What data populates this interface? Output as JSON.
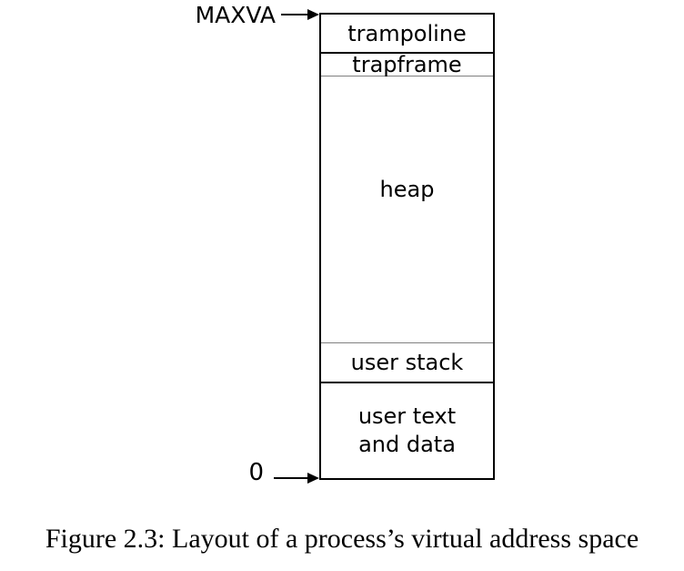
{
  "diagram": {
    "pointer_top": {
      "label": "MAXVA"
    },
    "pointer_bottom": {
      "label": "0"
    },
    "segments": [
      {
        "id": "trampoline",
        "label": "trampoline"
      },
      {
        "id": "trapframe",
        "label": "trapframe"
      },
      {
        "id": "heap",
        "label": "heap"
      },
      {
        "id": "user-stack",
        "label": "user stack"
      },
      {
        "id": "user-text-data",
        "label": "user text\nand data"
      }
    ],
    "colors": {
      "line": "#000000",
      "thin_line": "#808080",
      "background": "#ffffff",
      "text": "#000000"
    }
  },
  "caption": "Figure 2.3: Layout of a process’s virtual address space"
}
